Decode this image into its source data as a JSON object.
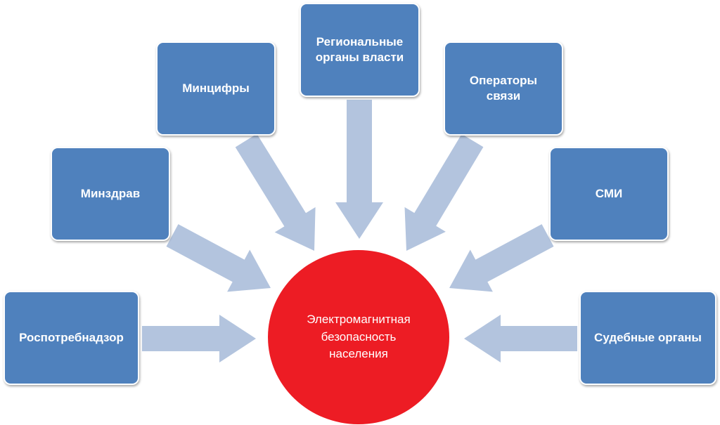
{
  "center": {
    "label": "Электромагнитная безопасность населения",
    "color": "#ed1c24"
  },
  "nodes": [
    {
      "id": "rospotrebnadzor",
      "label": "Роспотребнадзор"
    },
    {
      "id": "minzdrav",
      "label": "Минздрав"
    },
    {
      "id": "mintsifry",
      "label": "Минцифры"
    },
    {
      "id": "regional",
      "label": "Региональные органы власти"
    },
    {
      "id": "operators",
      "label": "Операторы связи"
    },
    {
      "id": "smi",
      "label": "СМИ"
    },
    {
      "id": "courts",
      "label": "Судебные органы"
    }
  ],
  "colors": {
    "node_fill": "#4f81bd",
    "arrow_fill": "#b3c4de"
  }
}
